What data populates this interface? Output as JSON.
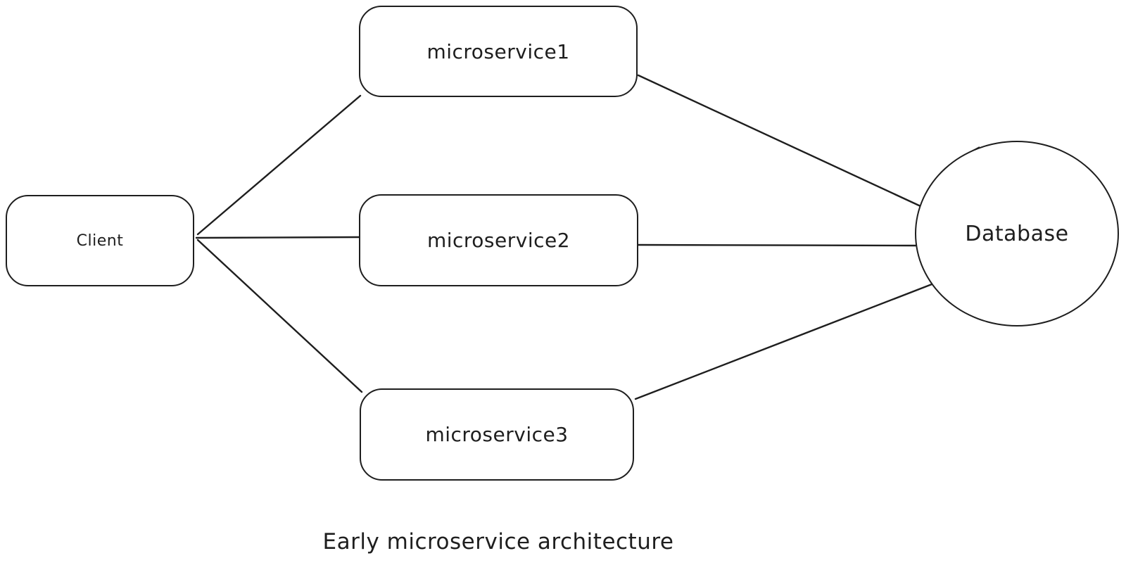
{
  "diagram": {
    "title": "Early microservice architecture",
    "ink_color": "#1e1e1e",
    "background_color": "#ffffff",
    "nodes": [
      {
        "id": "client",
        "label": "Client",
        "shape": "rounded-rectangle"
      },
      {
        "id": "microservice1",
        "label": "microservice1",
        "shape": "rounded-rectangle"
      },
      {
        "id": "microservice2",
        "label": "microservice2",
        "shape": "rounded-rectangle"
      },
      {
        "id": "microservice3",
        "label": "microservice3",
        "shape": "ellipse-free-rounded-rectangle"
      },
      {
        "id": "database",
        "label": "Database",
        "shape": "circle"
      }
    ],
    "edges": [
      {
        "from": "client",
        "to": "microservice1"
      },
      {
        "from": "client",
        "to": "microservice2"
      },
      {
        "from": "client",
        "to": "microservice3"
      },
      {
        "from": "microservice1",
        "to": "database"
      },
      {
        "from": "microservice2",
        "to": "database"
      },
      {
        "from": "microservice3",
        "to": "database"
      }
    ]
  }
}
